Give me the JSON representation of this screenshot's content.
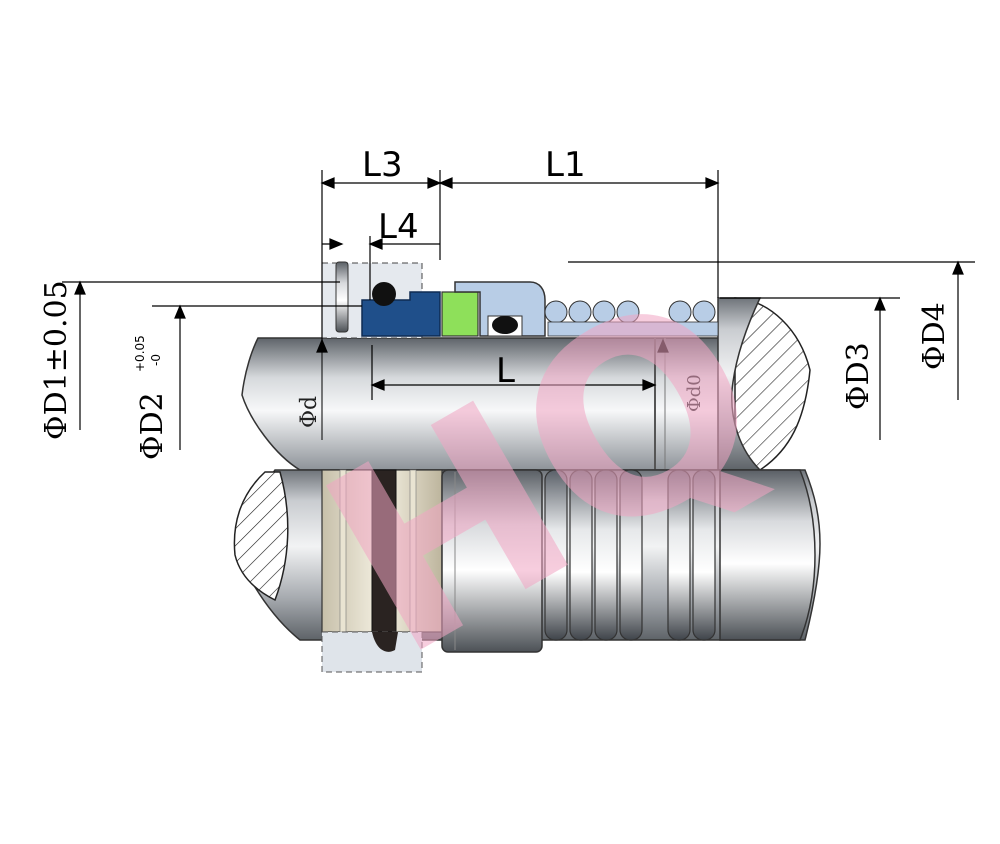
{
  "labels": {
    "L3": "L3",
    "L1": "L1",
    "L4": "L4",
    "L": "L",
    "phi_d": "Φd",
    "phi_d0": "Φd0",
    "phi_D1": "ΦD1±0.05",
    "phi_D2": "ΦD2",
    "phi_D2_tol_plus": "+0.05",
    "phi_D2_tol_minus": "-0",
    "phi_D3": "ΦD3",
    "phi_D4": "ΦD4"
  },
  "watermark": {
    "text": "HQ",
    "color": "#f2a6c4"
  },
  "colors": {
    "seat_blue": "#1f4f8a",
    "face_green": "#8ee05a",
    "spring_blue": "#b8cde6",
    "oring_black": "#111111",
    "shaft_mid": "#9aa0a6"
  }
}
